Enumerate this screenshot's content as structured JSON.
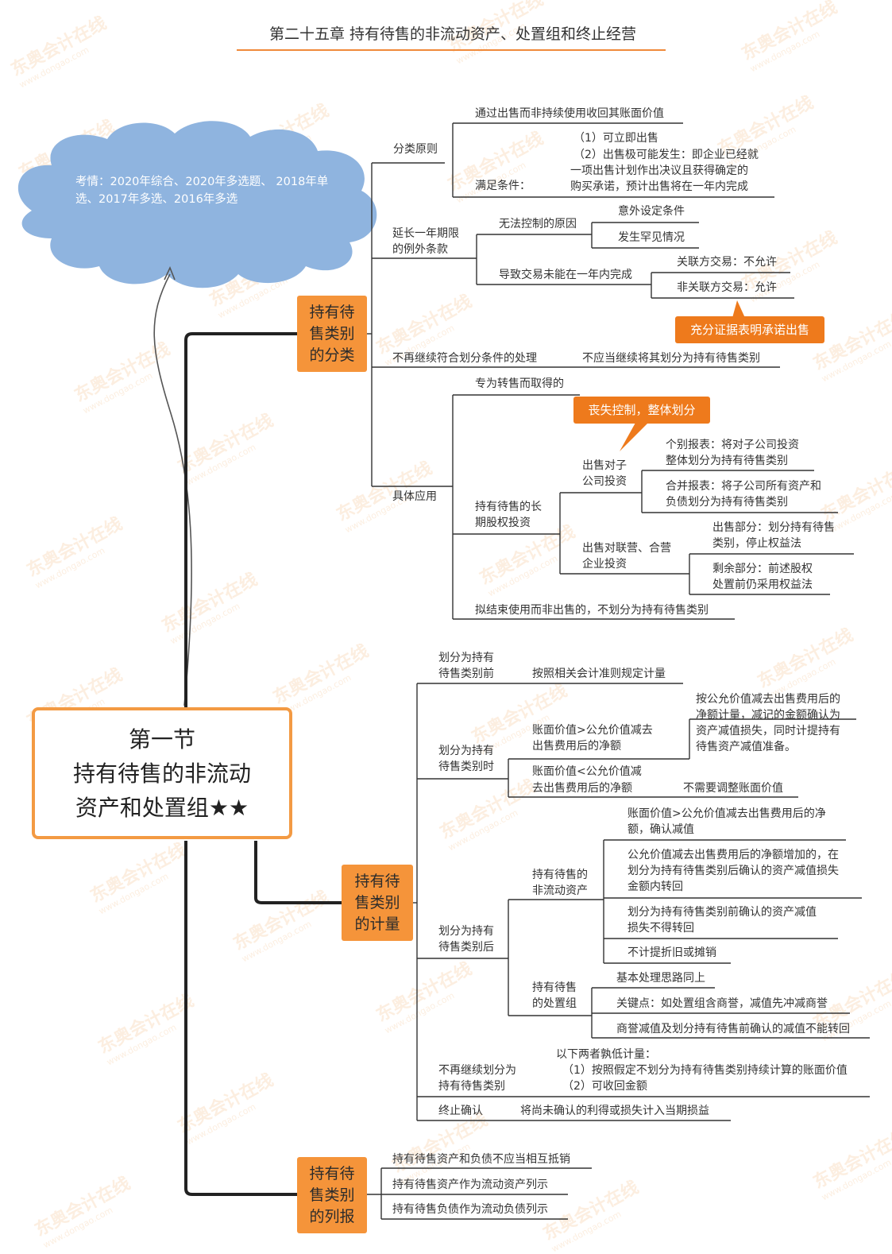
{
  "title": "第二十五章 持有待售的非流动资产、处置组和终止经营",
  "cloud": "考情：2020年综合、2020年多选题、 2018年单选、2017年多选、2016年多选",
  "center": {
    "line1": "第一节",
    "line2": "持有待售的非流动",
    "line3": "资产和处置组★★"
  },
  "watermark": {
    "brand": "东奥会计在线",
    "url": "www.dongao.com"
  },
  "branch1": {
    "label": "持有待售类别的分类",
    "classification_principle": {
      "label": "分类原则",
      "principle": "通过出售而非持续使用收回其账面价值",
      "conditions_label": "满足条件：",
      "conditions": [
        "（1）可立即出售",
        "（2）出售极可能发生：即企业已经就",
        "一项出售计划作出决议且获得确定的",
        "购买承诺，预计出售将在一年内完成"
      ]
    },
    "extension": {
      "label_l1": "延长一年期限",
      "label_l2": "的例外条款",
      "uncontrollable": {
        "label": "无法控制的原因",
        "items": [
          "意外设定条件",
          "发生罕见情况"
        ]
      },
      "incomplete": {
        "label": "导致交易未能在一年内完成",
        "items": [
          "关联方交易：不允许",
          "非关联方交易：允许"
        ]
      },
      "callout": "充分证据表明承诺出售"
    },
    "no_longer": {
      "label": "不再继续符合划分条件的处理",
      "result": "不应当继续将其划分为持有待售类别"
    },
    "application": {
      "label": "具体应用",
      "acquired": "专为转售而取得的",
      "callout": "丧失控制，整体划分",
      "ltei": {
        "label_l1": "持有待售的长",
        "label_l2": "期股权投资",
        "sub": {
          "label_l1": "出售对子",
          "label_l2": "公司投资",
          "separate": [
            "个别报表：将对子公司投资",
            "整体划分为持有待售类别"
          ],
          "consolidated": [
            "合并报表：将子公司所有资产和",
            "负债划分为持有待售类别"
          ]
        },
        "assoc": {
          "label_l1": "出售对联营、合营",
          "label_l2": "企业投资",
          "sold": [
            "出售部分：划分持有待售",
            "类别，停止权益法"
          ],
          "remaining": [
            "剩余部分：前述股权",
            "处置前仍采用权益法"
          ]
        }
      },
      "abandon": "拟结束使用而非出售的，不划分为持有待售类别"
    }
  },
  "branch2": {
    "label": "持有待售类别的计量",
    "before": {
      "label_l1": "划分为持有",
      "label_l2": "待售类别前",
      "rule": "按照相关会计准则规定计量"
    },
    "at": {
      "label_l1": "划分为持有",
      "label_l2": "待售类别时",
      "greater": {
        "cond_l1": "账面价值>公允价值减去",
        "cond_l2": "出售费用后的净额",
        "result": [
          "按公允价值减去出售费用后的",
          "净额计量，减记的金额确认为",
          "资产减值损失，同时计提持有",
          "待售资产减值准备。"
        ]
      },
      "less": {
        "cond_l1": "账面价值<公允价值减",
        "cond_l2": "去出售费用后的净额",
        "result": "不需要调整账面价值"
      }
    },
    "after": {
      "label_l1": "划分为持有",
      "label_l2": "待售类别后",
      "nca": {
        "label_l1": "持有待售的",
        "label_l2": "非流动资产",
        "items": [
          [
            "账面价值>公允价值减去出售费用后的净",
            "额，确认减值"
          ],
          [
            "公允价值减去出售费用后的净额增加的，在",
            "划分为持有待售类别后确认的资产减值损失",
            "金额内转回"
          ],
          [
            "划分为持有待售类别前确认的资产减值",
            "损失不得转回"
          ],
          [
            "不计提折旧或摊销"
          ]
        ]
      },
      "group": {
        "label_l1": "持有待售",
        "label_l2": "的处置组",
        "items": [
          "基本处理思路同上",
          "关键点：如处置组含商誉，减值先冲减商誉",
          "商誉减值及划分持有待售前确认的减值不能转回"
        ]
      }
    },
    "cease": {
      "label_l1": "不再继续划分为",
      "label_l2": "持有待售类别",
      "lines": [
        "以下两者孰低计量：",
        "（1）按照假定不划分为持有待售类别持续计算的账面价值",
        "（2）可收回金额"
      ]
    },
    "derecognition": {
      "label": "终止确认",
      "rule": "将尚未确认的利得或损失计入当期损益"
    }
  },
  "branch3": {
    "label": "持有待售类别的列报",
    "items": [
      "持有待售资产和负债不应当相互抵销",
      "持有待售资产作为流动资产列示",
      "持有待售负债作为流动负债列示"
    ]
  },
  "colors": {
    "accent": "#f5943a",
    "callout": "#ee7a1c",
    "cloud": "#8fb4df",
    "line": "#333333"
  }
}
